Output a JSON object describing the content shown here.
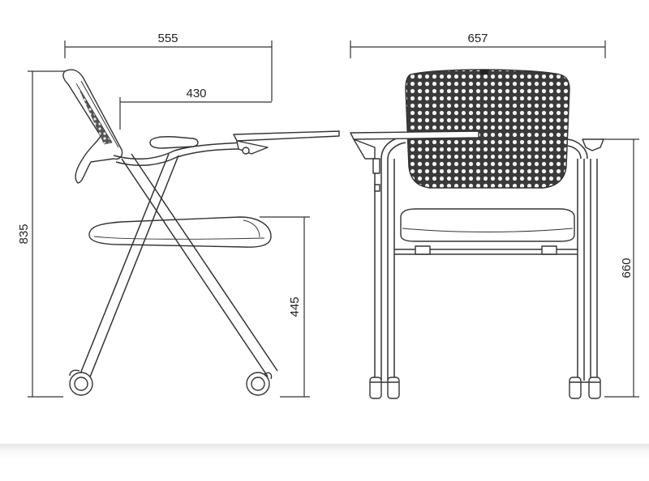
{
  "dimensions": {
    "side_overall_depth": "555",
    "side_armrest_depth": "430",
    "side_overall_height": "835",
    "side_seat_height": "445",
    "front_overall_width": "657",
    "front_armrest_height": "660"
  },
  "colors": {
    "line": "#333333",
    "mesh": "#2a2a2a",
    "background": "#ffffff"
  }
}
